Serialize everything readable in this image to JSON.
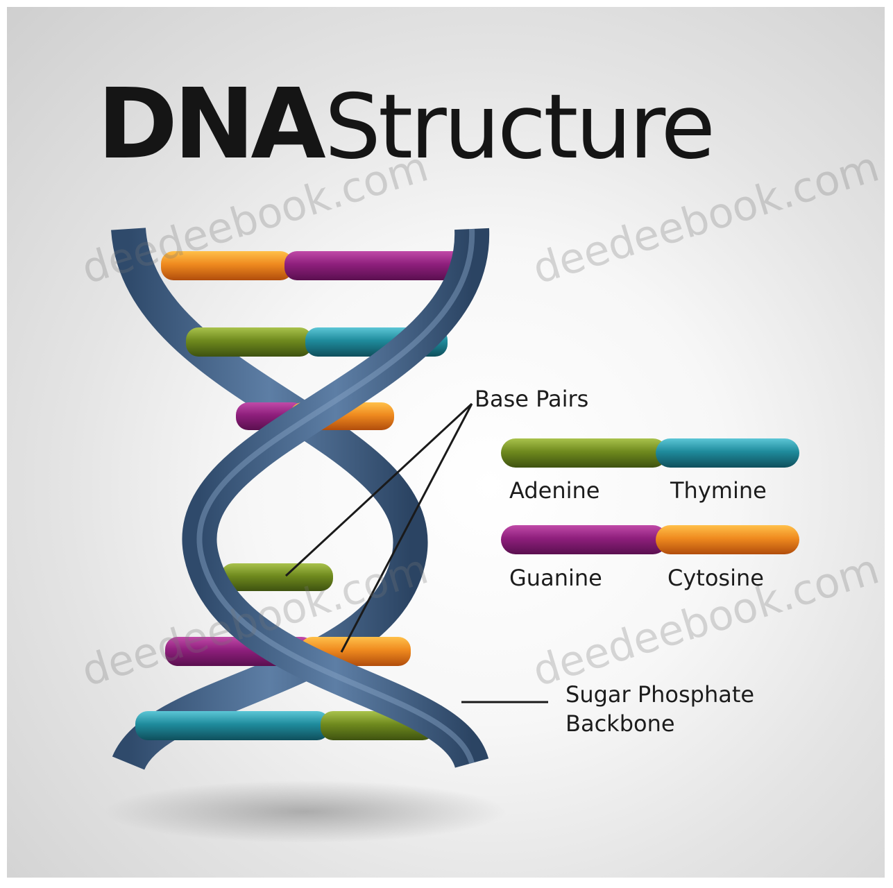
{
  "title": {
    "bold": "DNA",
    "light": "Structure"
  },
  "labels": {
    "base_pairs": "Base Pairs",
    "adenine": "Adenine",
    "thymine": "Thymine",
    "guanine": "Guanine",
    "cytosine": "Cytosine",
    "backbone_line1": "Sugar Phosphate",
    "backbone_line2": "Backbone"
  },
  "watermark": "deedeebook.com",
  "colors": {
    "backbone": "#3e5d82",
    "adenine": "#6f8a1e",
    "thymine": "#1f8b9c",
    "guanine": "#8e1f7c",
    "cytosine": "#e9751c",
    "background_center": "#ffffff",
    "background_edge": "#cfcfcf"
  }
}
